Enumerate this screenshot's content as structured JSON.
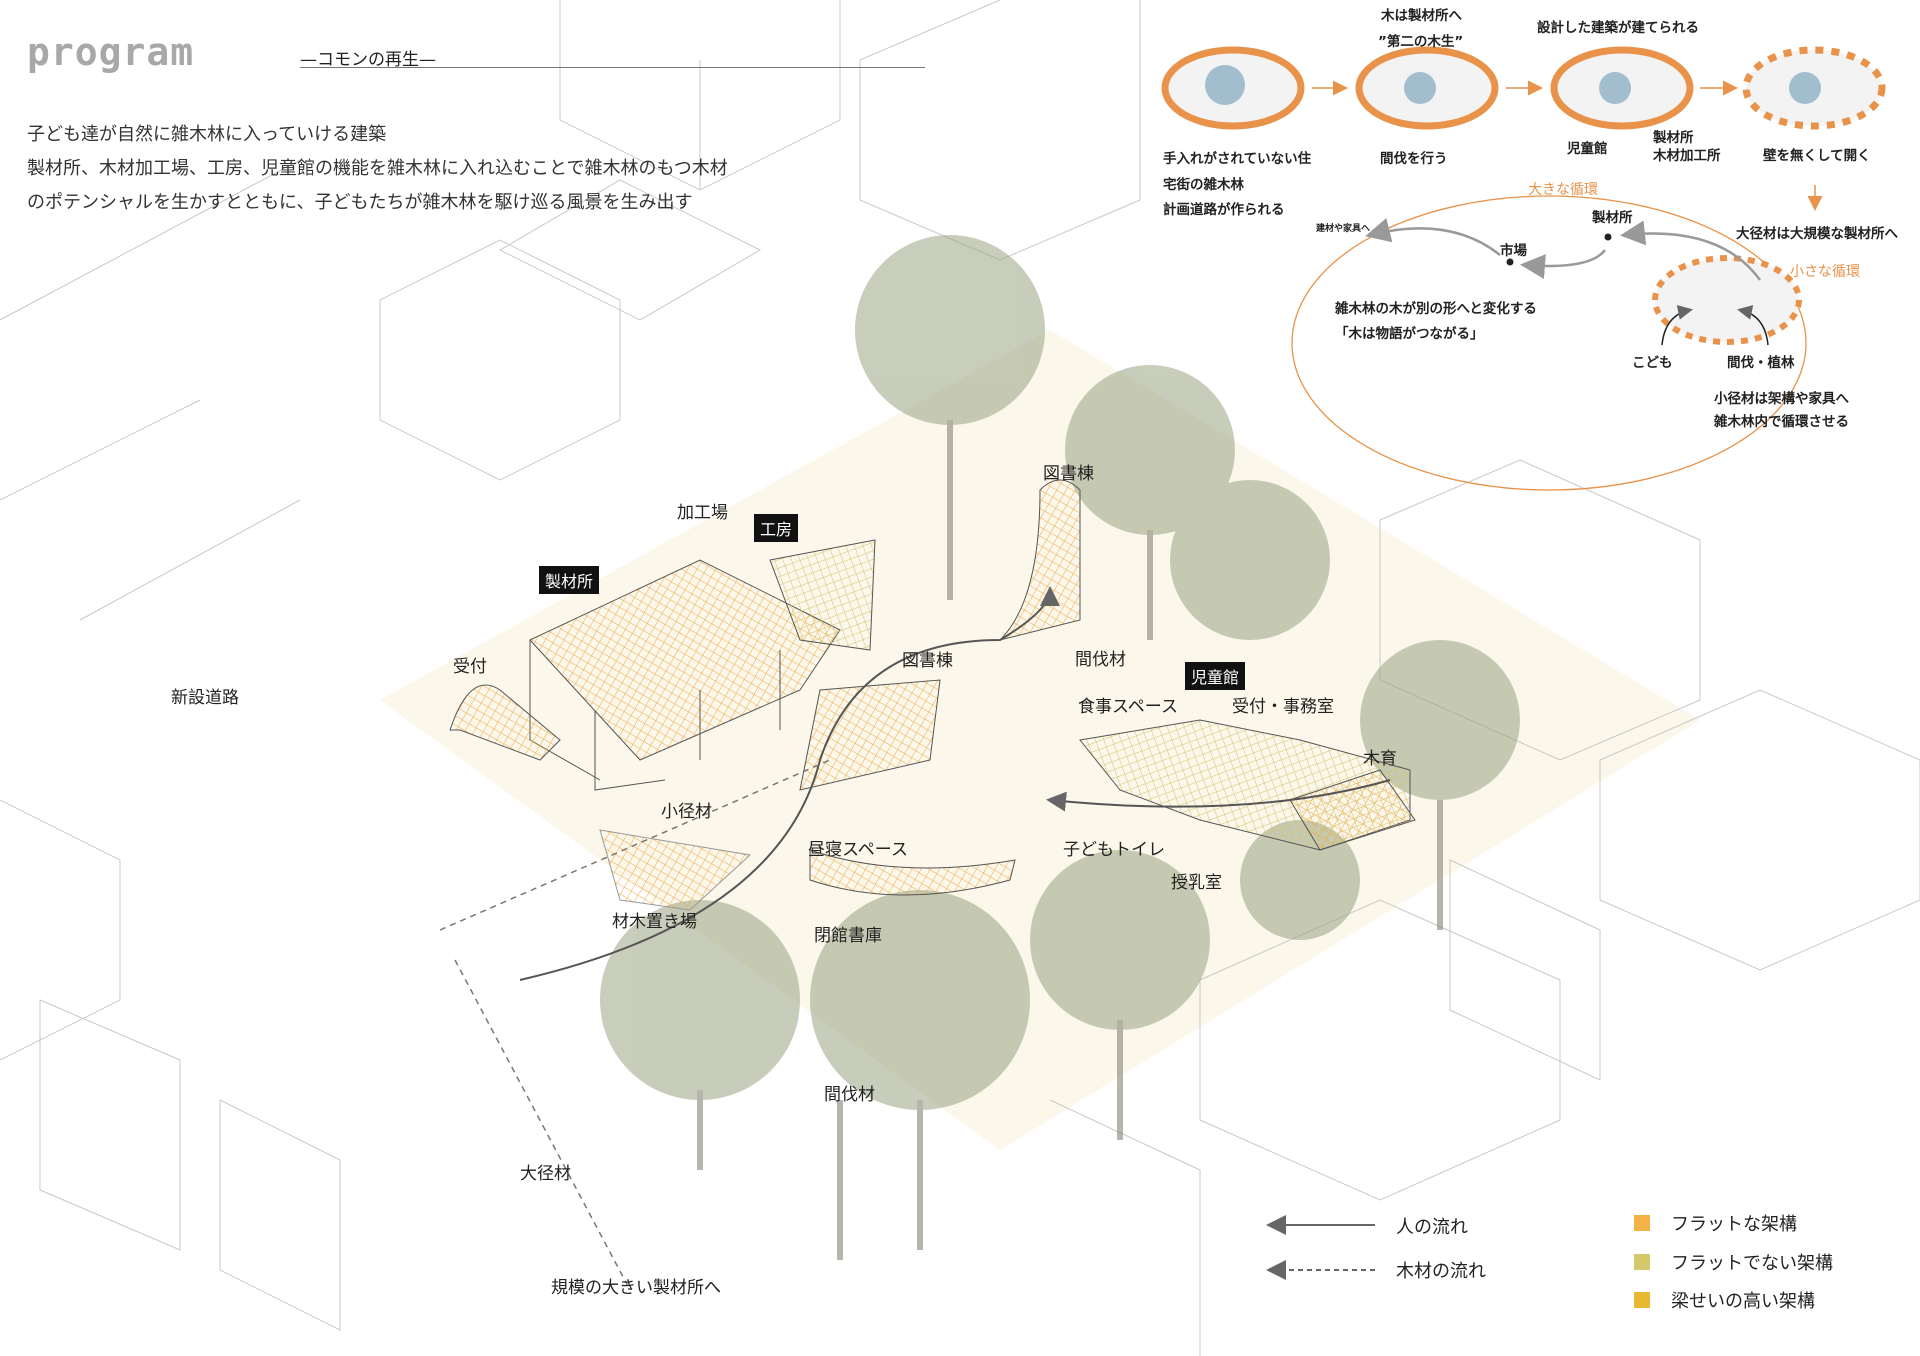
{
  "header": {
    "title": "program",
    "subtitle": "—コモンの再生—",
    "description": [
      "子ども達が自然に雑木林に入っていける建築",
      "製材所、木材加工場、工房、児童館の機能を雑木林に入れ込むことで雑木林のもつ木材",
      "のポテンシャルを生かすとともに、子どもたちが雑木林を駆け巡る風景を生み出す"
    ]
  },
  "process": {
    "step1": {
      "lines": [
        "手入れがされていない住",
        "宅街の雑木林",
        "計画道路が作られる"
      ]
    },
    "step2": {
      "top": [
        "木は製材所へ",
        "”第二の木生”"
      ],
      "label": "間伐を行う"
    },
    "step3": {
      "top": "設計した建築が建てられる",
      "label_a": "児童館",
      "label_b": [
        "製材所",
        "木材加工所"
      ]
    },
    "step4": {
      "label": "壁を無くして開く"
    }
  },
  "cycle": {
    "big_cycle": "大きな循環",
    "small_cycle": "小さな循環",
    "sawmill": "製材所",
    "market": "市場",
    "to_materials": "建材や家具へ",
    "large_timber": "大径材は大規模な製材所へ",
    "transform": [
      "雑木林の木が別の形へと変化する",
      "「木は物語がつながる」"
    ],
    "children": "こども",
    "thinning": "間伐・植林",
    "small_timber": [
      "小径材は架構や家具へ",
      "雑木林内で循環させる"
    ]
  },
  "plan_labels": {
    "processing": "加工場",
    "workshop": "工房",
    "sawmill": "製材所",
    "reception": "受付",
    "new_road": "新設道路",
    "library_tower": "図書棟",
    "library": "図書棟",
    "thinned_wood_1": "間伐材",
    "childrens_hall": "児童館",
    "dining": "食事スペース",
    "office": "受付・事務室",
    "wood_education": "木育",
    "small_timber": "小径材",
    "nap_space": "昼寝スペース",
    "kids_toilet": "子どもトイレ",
    "nursing_room": "授乳室",
    "timber_yard": "材木置き場",
    "closed_stacks": "閉館書庫",
    "thinned_wood_2": "間伐材",
    "large_timber": "大径材",
    "to_large_sawmill": "規模の大きい製材所へ"
  },
  "legend": {
    "people_flow": "人の流れ",
    "wood_flow": "木材の流れ",
    "items": [
      {
        "label": "フラットな架構",
        "color": "#f5b24a"
      },
      {
        "label": "フラットでない架構",
        "color": "#d4c96a"
      },
      {
        "label": "梁せいの高い架構",
        "color": "#e8b830"
      }
    ]
  }
}
